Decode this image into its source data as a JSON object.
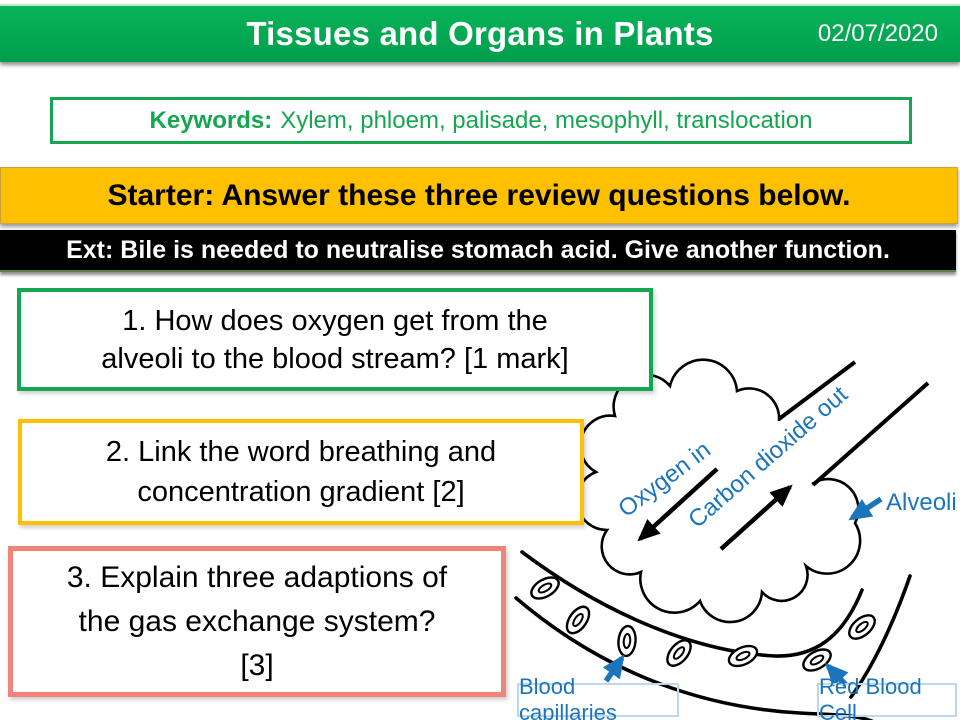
{
  "slide": {
    "title": "Tissues and Organs in Plants",
    "date": "02/07/2020"
  },
  "keywords": {
    "label": "Keywords:",
    "list": "Xylem, phloem, palisade, mesophyll, translocation"
  },
  "starter": {
    "text": "Starter: Answer these three review questions below."
  },
  "extension": {
    "text": "Ext: Bile is needed to neutralise stomach acid. Give another function."
  },
  "questions": [
    {
      "lines": [
        "1. How does oxygen get from the",
        "alveoli to the blood stream? [1 mark]"
      ]
    },
    {
      "lines": [
        "2. Link the word breathing and",
        "concentration gradient [2]"
      ]
    },
    {
      "lines": [
        "3. Explain three adaptions of",
        "the gas exchange system?",
        "[3]"
      ]
    }
  ],
  "diagram": {
    "oxygen_in": "Oxygen in",
    "carbon_dioxide_out": "Carbon dioxide out",
    "alveoli": "Alveoli",
    "blood_capillaries": "Blood capillaries",
    "red_blood_cell": "Red Blood Cell"
  },
  "colors": {
    "header_green": "#00A651",
    "banner_yellow": "#FFC000",
    "banner_black": "#000000",
    "keywords_green": "#14A750",
    "question1_border": "#14A750",
    "question2_border": "#FFC000",
    "question3_border": "#F2837B",
    "diagram_blue": "#1B75BC",
    "label_box_border": "#BDD7EE"
  }
}
